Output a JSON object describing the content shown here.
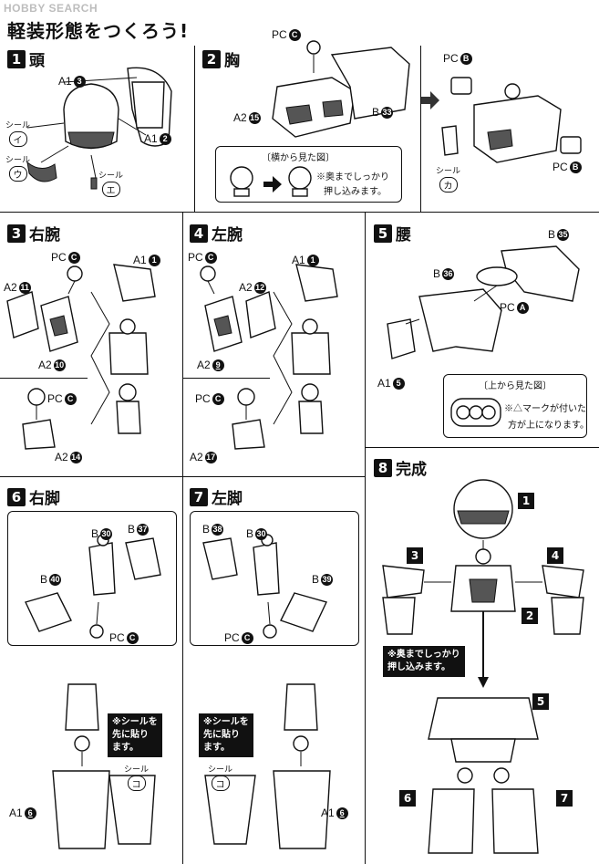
{
  "watermark": "HOBBY SEARCH",
  "title": "軽装形態をつくろう!",
  "steps": {
    "s1": {
      "num": "1",
      "label": "頭"
    },
    "s2": {
      "num": "2",
      "label": "胸"
    },
    "s3": {
      "num": "3",
      "label": "右腕"
    },
    "s4": {
      "num": "4",
      "label": "左腕"
    },
    "s5": {
      "num": "5",
      "label": "腰"
    },
    "s6": {
      "num": "6",
      "label": "右脚"
    },
    "s7": {
      "num": "7",
      "label": "左脚"
    },
    "s8": {
      "num": "8",
      "label": "完成"
    }
  },
  "s1": {
    "a1_3": "A1",
    "a1_3_n": "3",
    "a1_2": "A1",
    "a1_2_n": "2",
    "seal_i": "イ",
    "seal_u": "ウ",
    "seal_e": "エ",
    "seal": "シール"
  },
  "s2": {
    "pc_c": "PC",
    "pc_c_l": "C",
    "a2_15": "A2",
    "a2_15_n": "15",
    "b33": "B",
    "b33_n": "33",
    "pc_b1": "PC",
    "pc_b1_l": "B",
    "pc_b2": "PC",
    "pc_b2_l": "B",
    "seal": "シール",
    "seal_ka": "カ",
    "side_view": "〔横から見た図〕",
    "note1": "※奥までしっかり",
    "note2": "押し込みます。"
  },
  "s3": {
    "pc_c": "PC",
    "pc_c_l": "C",
    "a2_11": "A2",
    "a2_11_n": "11",
    "a2_10": "A2",
    "a2_10_n": "10",
    "a1_1": "A1",
    "a1_1_n": "1",
    "pc_c2": "PC",
    "pc_c2_l": "C",
    "a2_14": "A2",
    "a2_14_n": "14"
  },
  "s4": {
    "pc_c": "PC",
    "pc_c_l": "C",
    "a2_12": "A2",
    "a2_12_n": "12",
    "a2_9": "A2",
    "a2_9_n": "9",
    "a1_1": "A1",
    "a1_1_n": "1",
    "pc_c2": "PC",
    "pc_c2_l": "C",
    "a2_17": "A2",
    "a2_17_n": "17"
  },
  "s5": {
    "b35": "B",
    "b35_n": "35",
    "b36": "B",
    "b36_n": "36",
    "pc_a": "PC",
    "pc_a_l": "A",
    "a1_5": "A1",
    "a1_5_n": "5",
    "top_view": "〔上から見た図〕",
    "note1": "※△マークが付いた",
    "note2": "方が上になります。"
  },
  "s6": {
    "b30": "B",
    "b30_n": "30",
    "b37": "B",
    "b37_n": "37",
    "b40": "B",
    "b40_n": "40",
    "pc_c": "PC",
    "pc_c_l": "C",
    "note1": "※シールを",
    "note2": "先に貼り",
    "note3": "ます。",
    "seal": "シール",
    "seal_ko": "コ",
    "a1_6": "A1",
    "a1_6_n": "6"
  },
  "s7": {
    "b38": "B",
    "b38_n": "38",
    "b30": "B",
    "b30_n": "30",
    "b39": "B",
    "b39_n": "39",
    "pc_c": "PC",
    "pc_c_l": "C",
    "note1": "※シールを",
    "note2": "先に貼り",
    "note3": "ます。",
    "seal": "シール",
    "seal_ko": "コ",
    "a1_6": "A1",
    "a1_6_n": "6"
  },
  "s8": {
    "r1": "1",
    "r2": "2",
    "r3": "3",
    "r4": "4",
    "r5": "5",
    "r6": "6",
    "r7": "7",
    "note1": "※奥までしっかり",
    "note2": "押し込みます。"
  }
}
